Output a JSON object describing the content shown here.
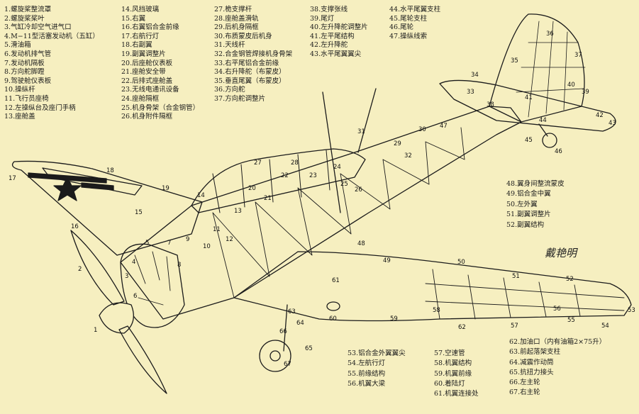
{
  "legend": {
    "col1": [
      "1.螺旋桨整流罩",
      "2.螺旋桨桨叶",
      "3.气缸冷却空气进气口",
      "4.M−11型活塞发动机（五缸）",
      "5.滑油箱",
      "6.发动机排气管",
      "7.发动机隔板",
      "8.方向舵脚蹬",
      "9.驾驶舱仪表板",
      "10.操纵杆",
      "11.飞行员座椅",
      "12.左操纵台及座门手柄",
      "13.座舱盖"
    ],
    "col2": [
      "14.风挡玻璃",
      "15.右翼",
      "16.右翼铝合金前缘",
      "17.右航行灯",
      "18.右副翼",
      "19.副翼调整片",
      "20.后座舱仪表板",
      "21.座舱安全带",
      "22.后排式座舱盖",
      "23.无线电通讯设备",
      "24.座舱隔框",
      "25.机身骨架（合金钢管）",
      "26.机身附件隔框"
    ],
    "col3": [
      "27.桅支撑杆",
      "28.座舱盖滑轨",
      "29.后机身隔框",
      "30.布质蒙皮后机身",
      "31.天线杆",
      "32.合金钢管焊接机身骨架",
      "33.右平尾铝合金前缘",
      "34.右升降舵（布蒙皮）",
      "35.垂直尾翼（布蒙皮）",
      "36.方向舵",
      "37.方向舵调整片"
    ],
    "col4": [
      "38.支撑张线",
      "39.尾灯",
      "40.左升降舵调整片",
      "41.左平尾结构",
      "42.左升降舵",
      "43.水平尾翼翼尖"
    ],
    "col5": [
      "44.水平尾翼支柱",
      "45.尾轮支柱",
      "46.尾轮",
      "47.操纵线索"
    ],
    "col6": [
      "48.翼身间整流蒙皮",
      "49.铝合金中翼",
      "50.左外翼",
      "51.副翼调整片",
      "52.副翼结构"
    ],
    "col7": [
      "53.铝合金外翼翼尖",
      "54.左航行灯",
      "55.前缘结构",
      "56.机翼大梁"
    ],
    "col8": [
      "57.空速管",
      "58.机翼结构",
      "59.机翼前缘",
      "60.着陆灯",
      "61.机翼连接处"
    ],
    "col9": [
      "62.加油口（内有油箱2×75升）",
      "63.前起落架支柱",
      "64.减震作动筒",
      "65.抗扭力接头",
      "66.左主轮",
      "67.右主轮"
    ]
  },
  "callout_numbers": [
    "1",
    "2",
    "3",
    "4",
    "5",
    "6",
    "7",
    "8",
    "9",
    "10",
    "11",
    "12",
    "13",
    "14",
    "15",
    "16",
    "17",
    "18",
    "19",
    "20",
    "21",
    "22",
    "23",
    "24",
    "25",
    "26",
    "27",
    "28",
    "29",
    "30",
    "31",
    "32",
    "33",
    "34",
    "35",
    "36",
    "37",
    "38",
    "39",
    "40",
    "41",
    "42",
    "43",
    "44",
    "45",
    "46",
    "47",
    "48",
    "49",
    "50",
    "51",
    "52",
    "53",
    "54",
    "55",
    "56",
    "57",
    "58",
    "59",
    "60",
    "61",
    "62",
    "63",
    "64",
    "65",
    "66",
    "67"
  ],
  "signature": "戴艳明",
  "colors": {
    "background": "#f6efc0",
    "ink": "#1b1b1b"
  }
}
